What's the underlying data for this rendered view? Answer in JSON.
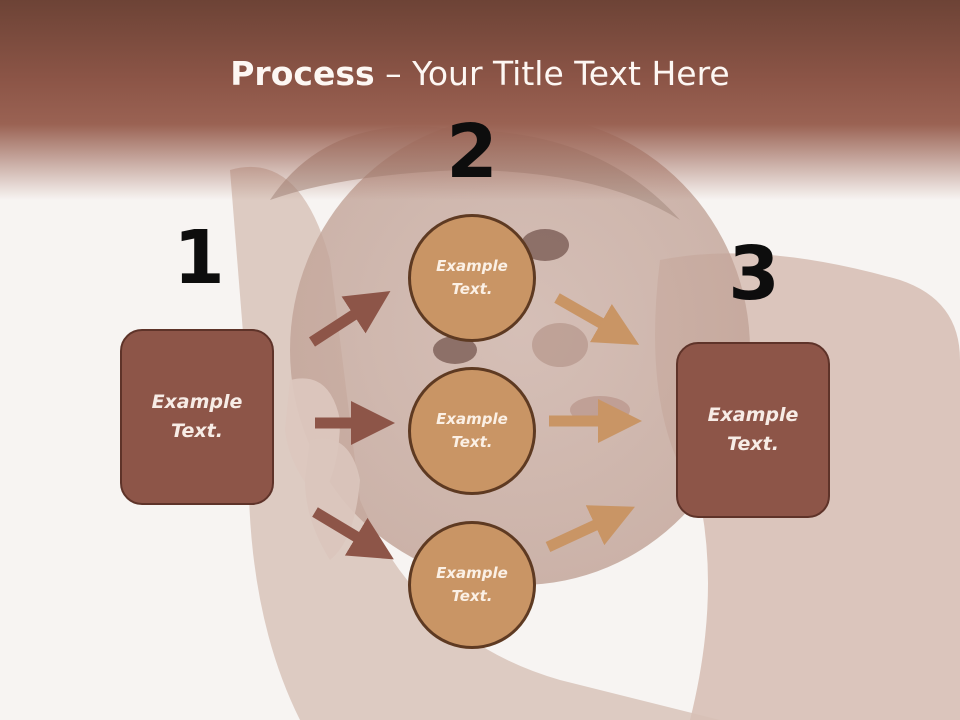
{
  "slide": {
    "title_bold": "Process",
    "title_rest": " – Your Title Text Here"
  },
  "steps": [
    {
      "number": "1",
      "line1": "Example",
      "line2": "Text."
    },
    {
      "number": "2"
    },
    {
      "number": "3",
      "line1": "Example",
      "line2": "Text."
    }
  ],
  "circles": [
    {
      "line1": "Example",
      "line2": "Text."
    },
    {
      "line1": "Example",
      "line2": "Text."
    },
    {
      "line1": "Example",
      "line2": "Text."
    }
  ],
  "colors": {
    "header": "#8c5547",
    "box_fill": "#8d5548",
    "circle_fill": "#c99565",
    "arrow_left": "#8d5548",
    "arrow_right": "#c99565"
  },
  "background_image": "baby-face-in-hands-photo"
}
